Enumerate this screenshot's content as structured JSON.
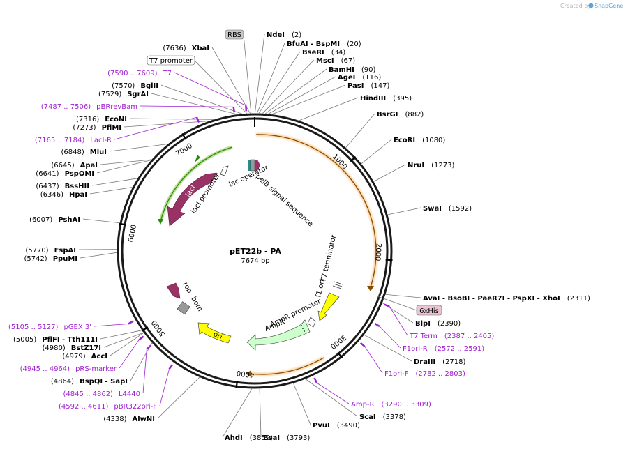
{
  "watermark": {
    "prefix": "Created by",
    "brand": "SnapGene"
  },
  "map": {
    "name": "pET22b - PA",
    "length_label": "7674 bp",
    "length": 7674
  },
  "tick_labels": [
    {
      "label": "1000",
      "pos": 1000
    },
    {
      "label": "2000",
      "pos": 2000
    },
    {
      "label": "3000",
      "pos": 3000
    },
    {
      "label": "4000",
      "pos": 4000
    },
    {
      "label": "5000",
      "pos": 5000
    },
    {
      "label": "6000",
      "pos": 6000
    },
    {
      "label": "7000",
      "pos": 7000
    }
  ],
  "boxed_labels": [
    {
      "text": "RBS",
      "style": "grey"
    },
    {
      "text": "T7 promoter",
      "style": "white"
    },
    {
      "text": "6xHis",
      "style": "pink"
    }
  ],
  "enzymes_right": [
    {
      "name": "NdeI",
      "pos": "(2)"
    },
    {
      "name": "BfuAI - BspMI",
      "pos": "(20)"
    },
    {
      "name": "BseRI",
      "pos": "(34)"
    },
    {
      "name": "MscI",
      "pos": "(67)"
    },
    {
      "name": "BamHI",
      "pos": "(90)"
    },
    {
      "name": "AgeI",
      "pos": "(116)"
    },
    {
      "name": "PasI",
      "pos": "(147)"
    },
    {
      "name": "HindIII",
      "pos": "(395)"
    },
    {
      "name": "BsrGI",
      "pos": "(882)"
    },
    {
      "name": "EcoRI",
      "pos": "(1080)"
    },
    {
      "name": "NruI",
      "pos": "(1273)"
    },
    {
      "name": "SwaI",
      "pos": "(1592)"
    },
    {
      "name": "AvaI - BsoBI - PaeR7I - PspXI - XhoI",
      "pos": "(2311)"
    },
    {
      "name": "BlpI",
      "pos": "(2390)"
    },
    {
      "name": "DraIII",
      "pos": "(2718)"
    },
    {
      "name": "ScaI",
      "pos": "(3378)"
    },
    {
      "name": "PvuI",
      "pos": "(3490)"
    },
    {
      "name": "BsaI",
      "pos": "(3793)"
    },
    {
      "name": "AhdI",
      "pos": "(3859)"
    }
  ],
  "enzymes_left": [
    {
      "name": "XbaI",
      "pos": "(7636)"
    },
    {
      "name": "BglII",
      "pos": "(7570)"
    },
    {
      "name": "SgrAI",
      "pos": "(7529)"
    },
    {
      "name": "EcoNI",
      "pos": "(7316)"
    },
    {
      "name": "PflMI",
      "pos": "(7273)"
    },
    {
      "name": "MluI",
      "pos": "(6848)"
    },
    {
      "name": "ApaI",
      "pos": "(6645)"
    },
    {
      "name": "PspOMI",
      "pos": "(6641)"
    },
    {
      "name": "BssHII",
      "pos": "(6437)"
    },
    {
      "name": "HpaI",
      "pos": "(6346)"
    },
    {
      "name": "PshAI",
      "pos": "(6007)"
    },
    {
      "name": "FspAI",
      "pos": "(5770)"
    },
    {
      "name": "PpuMI",
      "pos": "(5742)"
    },
    {
      "name": "PflFI - Tth111I",
      "pos": "(5005)"
    },
    {
      "name": "BstZ17I",
      "pos": "(4980)"
    },
    {
      "name": "AccI",
      "pos": "(4979)"
    },
    {
      "name": "BspQI - SapI",
      "pos": "(4864)"
    },
    {
      "name": "AlwNI",
      "pos": "(4338)"
    }
  ],
  "primers": [
    {
      "name": "T7",
      "range": "(7590 .. 7609)"
    },
    {
      "name": "pBRrevBam",
      "range": "(7487 .. 7506)"
    },
    {
      "name": "LacI-R",
      "range": "(7165 .. 7184)"
    },
    {
      "name": "T7 Term",
      "range": "(2387 .. 2405)"
    },
    {
      "name": "F1ori-R",
      "range": "(2572 .. 2591)"
    },
    {
      "name": "F1ori-F",
      "range": "(2782 .. 2803)"
    },
    {
      "name": "Amp-R",
      "range": "(3290 .. 3309)"
    },
    {
      "name": "pGEX 3'",
      "range": "(5105 .. 5127)"
    },
    {
      "name": "pRS-marker",
      "range": "(4945 .. 4964)"
    },
    {
      "name": "L4440",
      "range": "(4845 .. 4862)"
    },
    {
      "name": "pBR322ori-F",
      "range": "(4592 .. 4611)"
    }
  ],
  "features": {
    "pelB": "pelB signal sequence",
    "lac_operator": "lac operator",
    "lacI_promoter": "lacI promoter",
    "lacI": "lacI",
    "t7_terminator": "T7 terminator",
    "f1_ori": "f1 ori",
    "ampr_promoter": "AmpR promoter",
    "ampr": "AmpR",
    "rop": "rop",
    "bom": "bom",
    "ori": "ori"
  },
  "colors": {
    "backbone": "#1a1a1a",
    "orf_outer": "#f0a030",
    "orf_inner_green": "#2a8a10",
    "lacI": "#993366",
    "rop": "#993366",
    "ori": "#ffff00",
    "f1ori": "#ffff00",
    "ampr": "#ccffcc",
    "bom": "#999999",
    "primer": "#a020d0",
    "his_box": "#ebc3d3",
    "rbs_box": "#c8c8c8"
  }
}
